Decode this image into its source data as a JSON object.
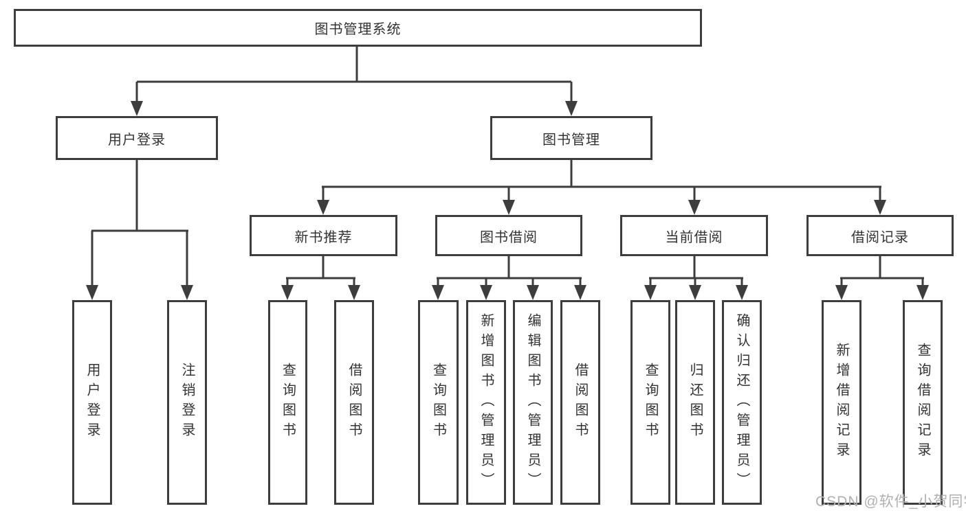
{
  "root": {
    "label": "图书管理系统"
  },
  "login": {
    "label": "用户登录",
    "children": [
      {
        "label": "用户登录"
      },
      {
        "label": "注销登录"
      }
    ]
  },
  "management": {
    "label": "图书管理",
    "groups": [
      {
        "label": "新书推荐",
        "children": [
          {
            "label": "查询图书"
          },
          {
            "label": "借阅图书"
          }
        ]
      },
      {
        "label": "图书借阅",
        "children": [
          {
            "label": "查询图书"
          },
          {
            "label": "新增图书（管理员）"
          },
          {
            "label": "编辑图书（管理员）"
          },
          {
            "label": "借阅图书"
          }
        ]
      },
      {
        "label": "当前借阅",
        "children": [
          {
            "label": "查询图书"
          },
          {
            "label": "归还图书"
          },
          {
            "label": "确认归还（管理员）"
          }
        ]
      },
      {
        "label": "借阅记录",
        "children": [
          {
            "label": "新增借阅记录"
          },
          {
            "label": "查询借阅记录"
          }
        ]
      }
    ]
  },
  "watermark": {
    "text": "CSDN @软件_小贺同学"
  },
  "colors": {
    "line": "#3d3d3d",
    "text": "#333333",
    "box_background": "#ffffff",
    "watermark": "#b0b0b0",
    "background": "#ffffff"
  }
}
